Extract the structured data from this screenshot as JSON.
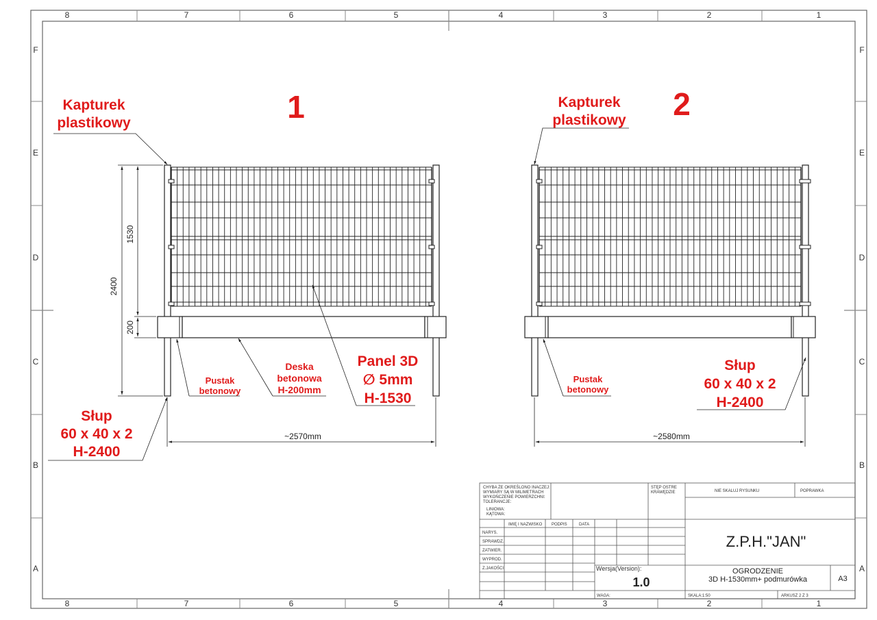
{
  "colors": {
    "accent": "#e01b1b",
    "line": "#222222",
    "frame": "#555555"
  },
  "border": {
    "columns": [
      "8",
      "7",
      "6",
      "5",
      "4",
      "3",
      "2",
      "1"
    ],
    "rows": [
      "F",
      "E",
      "D",
      "C",
      "B",
      "A"
    ]
  },
  "view1": {
    "number": "1",
    "cap_label": [
      "Kapturek",
      "plastikowy"
    ],
    "block_label": [
      "Pustak",
      "betonowy"
    ],
    "board_label": [
      "Deska",
      "betonowa",
      "H-200mm"
    ],
    "panel_label": [
      "Panel 3D",
      "∅ 5mm",
      "H-1530"
    ],
    "post_label": [
      "Słup",
      "60 x 40 x 2",
      "H-2400"
    ],
    "dim_total_height": "2400",
    "dim_panel_height": "1530",
    "dim_board_height": "200",
    "dim_width": "~2570mm"
  },
  "view2": {
    "number": "2",
    "cap_label": [
      "Kapturek",
      "plastikowy"
    ],
    "block_label": [
      "Pustak",
      "betonowy"
    ],
    "post_label": [
      "Słup",
      "60 x 40 x 2",
      "H-2400"
    ],
    "dim_width": "~2580mm"
  },
  "title_block": {
    "notes": [
      "CHYBA ŻE OKREŚLONO INACZEJ:",
      "WYMIARY SĄ W MILIMETRACH",
      "WYKOŃCZENIE POWIERZCHNI:",
      "TOLERANCJE:",
      "LINIOWA:",
      "KĄTOWA:"
    ],
    "edges": [
      "STĘP OSTRE",
      "KRAWĘDZIE"
    ],
    "no_scale": "NIE SKALUJ RYSUNKU",
    "revision": "POPRAWKA",
    "headers": [
      "IMIĘ I NAZWISKO",
      "PODPIS",
      "DATA"
    ],
    "roles": [
      "NARYS.",
      "SPRAWDZ.",
      "ZATWIER.",
      "WYPROD.",
      "Z.JAKOŚCI"
    ],
    "company": "Z.P.H.\"JAN\"",
    "version_label": "Wersja(Version):",
    "version": "1.0",
    "title_line1": "OGRODZENIE",
    "title_line2": "3D H-1530mm+ podmurówka",
    "sheet_size": "A3",
    "weight": "WAGA:",
    "scale": "SKALA:1:50",
    "sheet": "ARKUSZ 2 Z 3"
  }
}
